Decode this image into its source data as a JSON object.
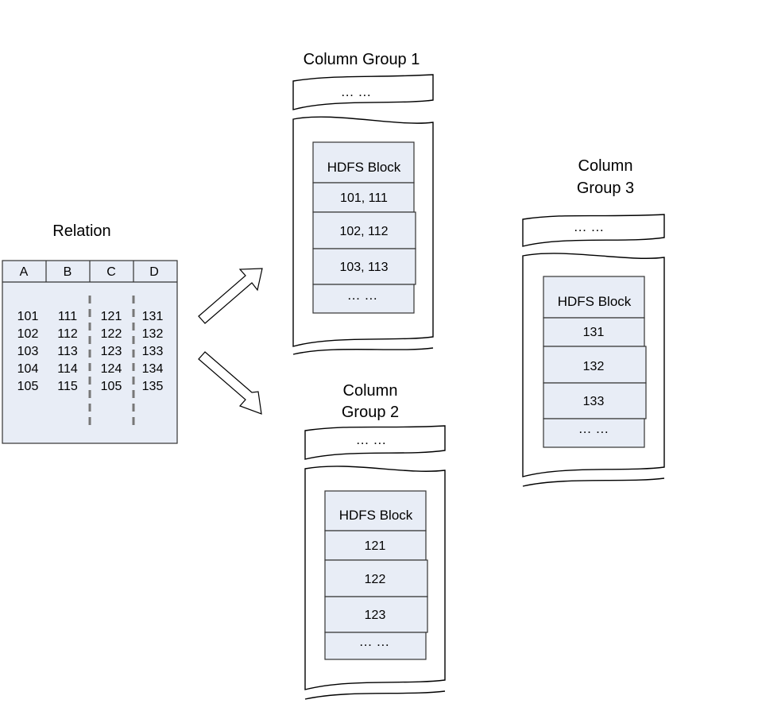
{
  "relation": {
    "title": "Relation",
    "headers": [
      "A",
      "B",
      "C",
      "D"
    ],
    "columns": [
      [
        "101",
        "102",
        "103",
        "104",
        "105"
      ],
      [
        "111",
        "112",
        "113",
        "114",
        "115"
      ],
      [
        "121",
        "122",
        "123",
        "124",
        "105"
      ],
      [
        "131",
        "132",
        "133",
        "134",
        "135"
      ]
    ]
  },
  "groups": [
    {
      "title_lines": [
        "Column Group 1"
      ],
      "top_dots": "… …",
      "block_header": "HDFS Block",
      "rows": [
        "101, 111",
        "102, 112",
        "103, 113",
        "… …"
      ]
    },
    {
      "title_lines": [
        "Column",
        "Group 2"
      ],
      "top_dots": "… …",
      "block_header": "HDFS Block",
      "rows": [
        "121",
        "122",
        "123",
        "… …"
      ]
    },
    {
      "title_lines": [
        "Column",
        "Group 3"
      ],
      "top_dots": "… …",
      "block_header": "HDFS Block",
      "rows": [
        "131",
        "132",
        "133",
        "… …"
      ]
    }
  ]
}
